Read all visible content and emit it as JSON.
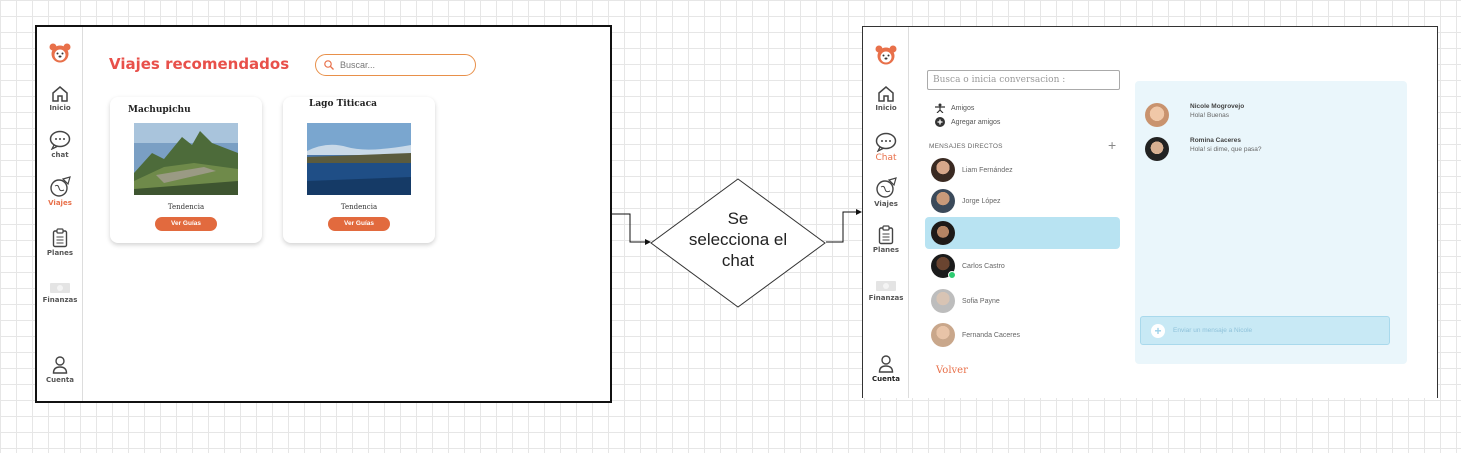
{
  "left_screen": {
    "title": "Viajes recomendados",
    "search_placeholder": "Buscar...",
    "nav": [
      {
        "label": "Inicio",
        "icon": "home-icon"
      },
      {
        "label": "chat",
        "icon": "chat-icon"
      },
      {
        "label": "Viajes",
        "icon": "travel-icon",
        "active": true
      },
      {
        "label": "Planes",
        "icon": "clipboard-icon"
      },
      {
        "label": "Finanzas",
        "icon": "money-icon"
      },
      {
        "label": "Cuenta",
        "icon": "user-icon"
      }
    ],
    "cards": [
      {
        "title": "Machupichu",
        "tag": "Tendencia",
        "button": "Ver Guías"
      },
      {
        "title": "Lago Titicaca",
        "tag": "Tendencia",
        "button": "Ver Guías"
      }
    ]
  },
  "decision": {
    "text_lines": [
      "Se",
      "selecciona el",
      "chat"
    ]
  },
  "right_screen": {
    "nav": [
      {
        "label": "Inicio",
        "icon": "home-icon"
      },
      {
        "label": "Chat",
        "icon": "chat-icon",
        "active": true
      },
      {
        "label": "Viajes",
        "icon": "travel-icon"
      },
      {
        "label": "Planes",
        "icon": "clipboard-icon"
      },
      {
        "label": "Finanzas",
        "icon": "money-icon"
      },
      {
        "label": "Cuenta",
        "icon": "user-icon"
      }
    ],
    "search_placeholder": "Busca o inicia conversacion :",
    "friends_label": "Amigos",
    "add_friends_label": "Agregar amigos",
    "direct_messages_label": "MENSAJES DIRECTOS",
    "contacts": [
      {
        "name": "Liam Fernández"
      },
      {
        "name": "Jorge López"
      },
      {
        "name": "",
        "selected": true
      },
      {
        "name": "Carlos Castro",
        "online": true
      },
      {
        "name": "Sofia Payne"
      },
      {
        "name": "Fernanda Caceres"
      }
    ],
    "back_label": "Volver",
    "messages": [
      {
        "sender": "Nicole Mogrovejo",
        "text": "Hola! Buenas"
      },
      {
        "sender": "Romina Caceres",
        "text": "Hola! si dime, que pasa?"
      }
    ],
    "compose_placeholder": "Enviar un mensaje a Nicole"
  },
  "colors": {
    "accent": "#e8704a",
    "title_red": "#e8504a",
    "button_orange": "#e26a3e",
    "selected_blue": "#b8e3f2",
    "panel_blue": "#eaf6fb"
  }
}
